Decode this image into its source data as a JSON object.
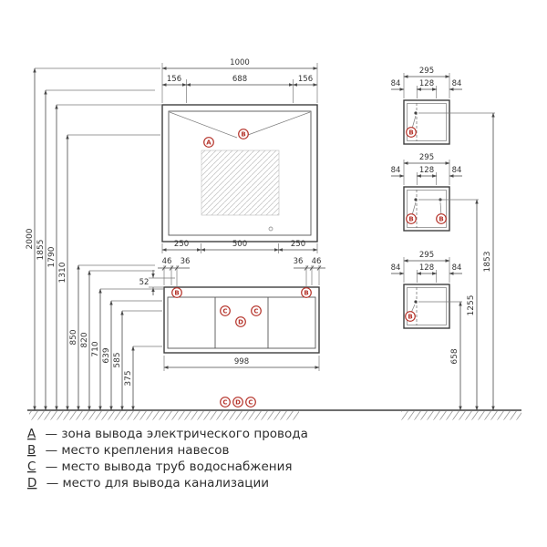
{
  "colors": {
    "accent_red": "#b5332a",
    "line_dark": "#3e3e3e",
    "dim_text": "#333333"
  },
  "front": {
    "mirror": {
      "width_total": "1000",
      "top_segments": [
        "156",
        "688",
        "156"
      ],
      "bottom_segments": [
        "250",
        "500",
        "250"
      ]
    },
    "cabinet": {
      "hanger_offsets_left": [
        "46",
        "36"
      ],
      "hanger_offsets_right": [
        "36",
        "46"
      ],
      "hanger_drop": "52",
      "width_total": "998"
    }
  },
  "left_heights": [
    "2000",
    "1855",
    "1790",
    "1310",
    "850",
    "820",
    "710",
    "639",
    "585",
    "375"
  ],
  "side_view": {
    "width_total": "295",
    "segments": [
      "84",
      "128",
      "84"
    ]
  },
  "right_heights": [
    "1853",
    "1255",
    "658"
  ],
  "markers": {
    "A": "A",
    "B": "B",
    "C": "C",
    "D": "D"
  },
  "legend": [
    {
      "key": "A",
      "text": "— зона вывода электрического провода"
    },
    {
      "key": "B",
      "text": "— место крепления навесов"
    },
    {
      "key": "C",
      "text": "— место вывода труб водоснабжения"
    },
    {
      "key": "D",
      "text": "— место для вывода канализации"
    }
  ]
}
